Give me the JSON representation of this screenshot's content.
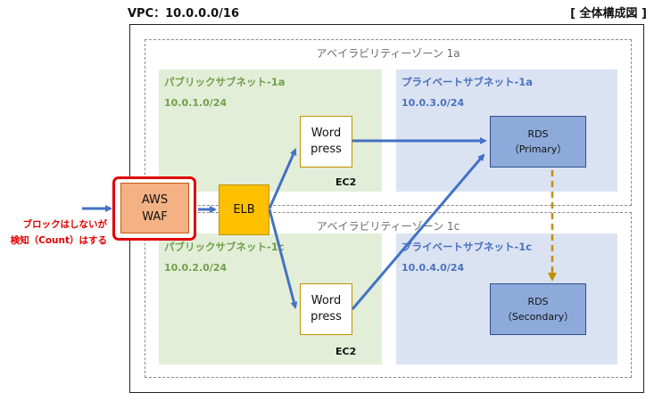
{
  "header": {
    "vpc_label": "VPC：10.0.0.0/16",
    "diagram_title": "[ 全体構成図 ]"
  },
  "az_1a": {
    "label": "アベイラビリティーゾーン 1a",
    "public_subnet": {
      "name": "パブリックサブネット-1a",
      "cidr": "10.0.1.0/24"
    },
    "private_subnet": {
      "name": "プライベートサブネット-1a",
      "cidr": "10.0.3.0/24"
    },
    "ec2": {
      "line1": "Word",
      "line2": "press",
      "tag": "EC2"
    },
    "rds": {
      "line1": "RDS",
      "line2": "（Primary）"
    }
  },
  "az_1c": {
    "label": "アベイラビリティーゾーン 1c",
    "public_subnet": {
      "name": "パブリックサブネット-1c",
      "cidr": "10.0.2.0/24"
    },
    "private_subnet": {
      "name": "プライベートサブネット-1c",
      "cidr": "10.0.4.0/24"
    },
    "ec2": {
      "line1": "Word",
      "line2": "press",
      "tag": "EC2"
    },
    "rds": {
      "line1": "RDS",
      "line2": "（Secondary）"
    }
  },
  "waf": {
    "line1": "AWS",
    "line2": "WAF"
  },
  "elb": {
    "label": "ELB"
  },
  "note": {
    "line1": "ブロックはしないが",
    "line2": "検知（Count）はする"
  },
  "colors": {
    "arrow": "#4472c4",
    "replication": "#bf9000",
    "highlight": "#e00000"
  }
}
